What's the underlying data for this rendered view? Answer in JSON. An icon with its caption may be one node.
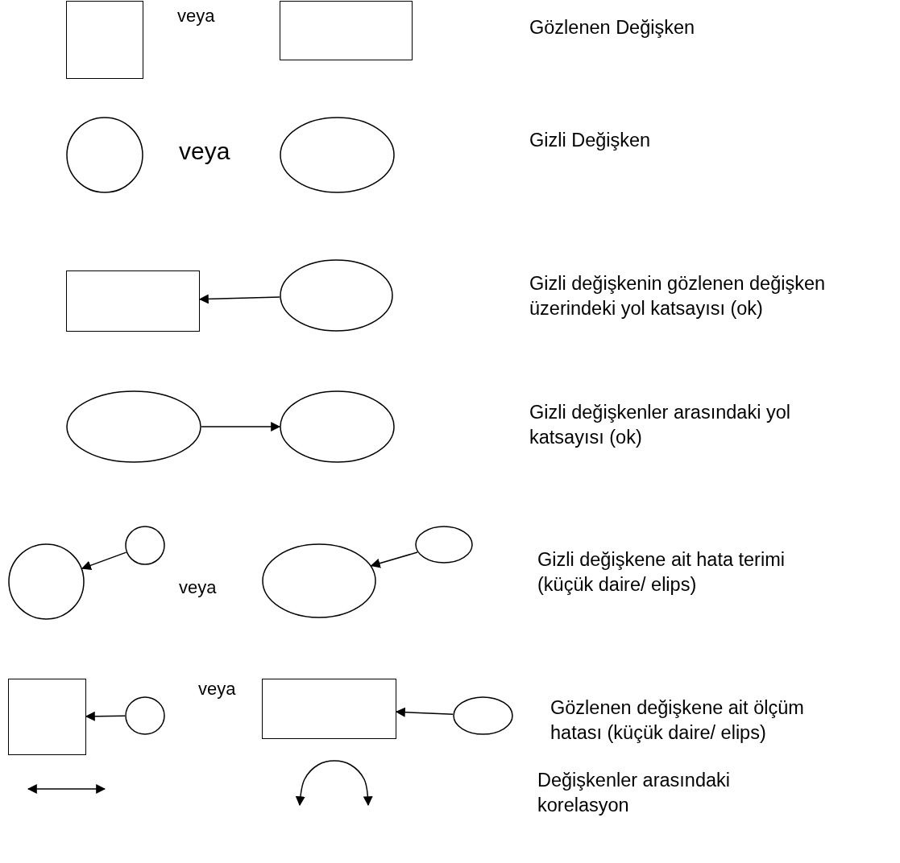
{
  "diagram": {
    "nodes": [
      {
        "text": [],
        "shape": "box"
      },
      {
        "text": [],
        "shape": "box"
      },
      {
        "text": [],
        "shape": "circle"
      },
      {
        "text": [],
        "shape": "ellipse"
      },
      {
        "text": [],
        "shape": "box"
      },
      {
        "text": [],
        "shape": "ellipse"
      },
      {
        "text": [],
        "shape": "ellipse"
      },
      {
        "text": [],
        "shape": "ellipse"
      },
      {
        "text": [],
        "shape": "circle"
      },
      {
        "text": [],
        "shape": "circle"
      },
      {
        "text": [],
        "shape": "ellipse"
      },
      {
        "text": [],
        "shape": "ellipse"
      },
      {
        "text": [],
        "shape": "box"
      },
      {
        "text": [],
        "shape": "circle"
      },
      {
        "text": [],
        "shape": "box"
      },
      {
        "text": [],
        "shape": "ellipse"
      }
    ],
    "edges": [
      {
        "from": 5,
        "to": 4,
        "arrow": "to"
      },
      {
        "from": 6,
        "to": 7,
        "arrow": "to"
      },
      {
        "from": 8,
        "to": 9,
        "arrow": "to"
      },
      {
        "from": 10,
        "to": 11,
        "arrow": "to"
      },
      {
        "from": 13,
        "to": 12,
        "arrow": "to"
      },
      {
        "from": 15,
        "to": 14,
        "arrow": "to"
      }
    ],
    "labels": [
      "veya",
      "Gözlenen Değişken",
      "veya",
      "Gizli Değişken",
      "Gizli değişkenin gözlenen değişken üzerindeki yol katsayısı (ok)",
      "Gizli değişkenler arasındaki yol katsayısı (ok)",
      "veya",
      "Gizli değişkene ait hata terimi (küçük daire/ elips)",
      "veya",
      "Gözlenen değişkene ait ölçüm hatası (küçük daire/ elips)",
      "Değişkenler arasındaki korelasyon"
    ]
  }
}
